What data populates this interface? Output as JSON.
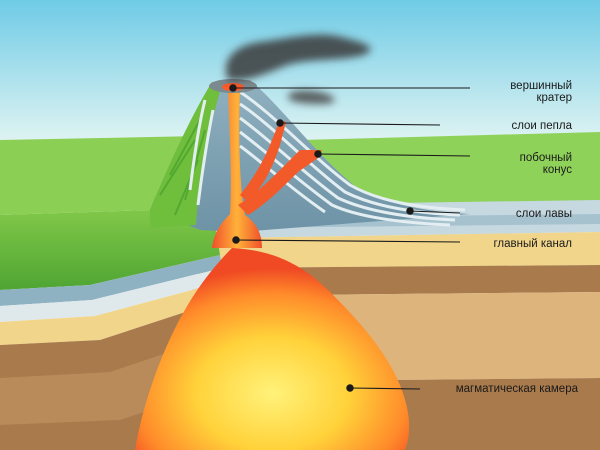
{
  "labels": {
    "summit_crater": {
      "line1": "вершинный",
      "line2": "кратер"
    },
    "ash_layers": "слои пепла",
    "side_cone": {
      "line1": "побочный",
      "line2": "конус"
    },
    "lava_layers": "слои лавы",
    "main_vent": "главный канал",
    "magma_chamber": "магматическая камера"
  },
  "colors": {
    "sky_top": "#6fcbe6",
    "sky_bottom": "#e6f6f3",
    "grass": "#6fbe3c",
    "grass_dark": "#3f9a2a",
    "ash_grey": "#9ab7c6",
    "ash_light": "#dce8ec",
    "lava_layer": "#b9cfd9",
    "sand": "#f1d58a",
    "soil_brown": "#a87a4c",
    "soil_light": "#d9b27a",
    "magma_outer": "#f04a24",
    "magma_inner": "#ffe96a",
    "smoke": "#3a3a3a"
  }
}
